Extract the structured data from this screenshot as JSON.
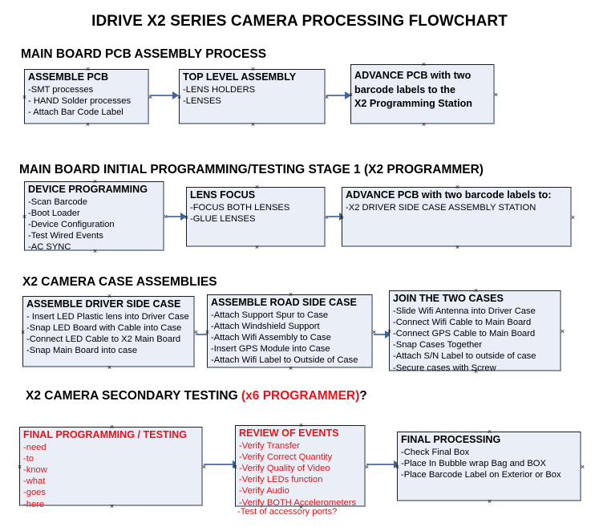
{
  "document": {
    "title": "IDRIVE X2  SERIES CAMERA PROCESSING FLOWCHART"
  },
  "sections": [
    {
      "id": "main-board-pcb-assembly-process",
      "heading": "MAIN BOARD PCB ASSEMBLY PROCESS",
      "heading_accent": "",
      "heading_tail": "",
      "boxes": [
        {
          "id": "assemble-pcb",
          "title": "ASSEMBLE PCB",
          "title_color": "#000000",
          "lines": [
            "-SMT processes",
            "- HAND Solder processes",
            "- Attach Bar Code Label"
          ]
        },
        {
          "id": "top-level-assembly",
          "title": "TOP LEVEL ASSEMBLY",
          "title_color": "#000000",
          "lines": [
            "-LENS HOLDERS",
            "-LENSES"
          ]
        },
        {
          "id": "advance-pcb-to-programming-station",
          "title": "ADVANCE PCB with two",
          "title_color": "#000000",
          "lines": [
            "barcode labels to the",
            " X2 Programming Station"
          ],
          "lines_bold": true
        }
      ]
    },
    {
      "id": "main-board-initial-programming-testing-stage-1",
      "heading": "MAIN BOARD INITIAL PROGRAMMING/TESTING STAGE 1 (X2 PROGRAMMER)",
      "boxes": [
        {
          "id": "device-programming",
          "title": "DEVICE PROGRAMMING",
          "title_color": "#000000",
          "lines": [
            "-Scan Barcode",
            "-Boot Loader",
            "-Device Configuration",
            "-Test Wired Events",
            "-AC SYNC"
          ]
        },
        {
          "id": "lens-focus",
          "title": "LENS FOCUS",
          "title_color": "#000000",
          "lines": [
            "-FOCUS BOTH LENSES",
            "-GLUE LENSES"
          ]
        },
        {
          "id": "advance-pcb-to-driver-side-case-assembly",
          "title": "ADVANCE PCB with two barcode labels to:",
          "title_color": "#000000",
          "lines": [
            "-X2 DRIVER  SIDE  CASE  ASSEMBLY STATION"
          ]
        }
      ]
    },
    {
      "id": "x2-camera-case-assemblies",
      "heading": "X2 CAMERA CASE ASSEMBLIES",
      "boxes": [
        {
          "id": "assemble-driver-side-case",
          "title": "ASSEMBLE DRIVER SIDE CASE",
          "title_color": "#000000",
          "lines": [
            "- Insert LED Plastic lens into Driver Case",
            "-Snap LED Board with Cable into Case",
            "-Connect LED Cable to X2 Main Board",
            "-Snap Main Board into case"
          ]
        },
        {
          "id": "assemble-road-side-case",
          "title": "ASSEMBLE ROAD SIDE CASE",
          "title_color": "#000000",
          "lines": [
            "-Attach Support Spur to Case",
            "-Attach Windshield Support",
            "-Attach Wifi Assembly to Case",
            "-Insert GPS Module into Case",
            "-Attach Wifi Label to Outside of Case"
          ]
        },
        {
          "id": "join-the-two-cases",
          "title": "JOIN THE TWO CASES",
          "title_color": "#000000",
          "lines": [
            "-Slide Wifi Antenna into Driver Case",
            "-Connect Wifi Cable to Main Board",
            "-Connect GPS Cable to Main Board",
            "-Snap Cases Together",
            "-Attach S/N Label to outside of case",
            "-Secure cases with Screw"
          ]
        }
      ]
    },
    {
      "id": "x2-camera-secondary-testing",
      "heading": "X2 CAMERA SECONDARY TESTING ",
      "heading_accent": "(x6 PROGRAMMER)",
      "heading_tail": "?",
      "boxes": [
        {
          "id": "final-programming-testing",
          "title": "FINAL PROGRAMMING / TESTING",
          "title_color": "#e8131a",
          "lines": [
            "-need",
            "-to",
            "-know",
            "-what",
            "-goes",
            "-here"
          ],
          "lines_color": "#e8131a"
        },
        {
          "id": "review-of-events",
          "title": "REVIEW OF EVENTS",
          "title_color": "#e8131a",
          "lines": [
            "-Verify Transfer",
            "-Verify Correct Quantity",
            "-Verify Quality of Video",
            "-Verify LEDs function",
            "-Verify Audio",
            "-Verify BOTH Accelerometers"
          ],
          "lines_color": "#e8131a",
          "overflow_line": "-Test of accessory ports?"
        },
        {
          "id": "final-processing",
          "title": "FINAL PROCESSING",
          "title_color": "#000000",
          "lines": [
            " -Check Final Box",
            "-Place In Bubble wrap Bag and BOX",
            "-Place Barcode Label on Exterior or Box"
          ]
        }
      ]
    }
  ],
  "colors": {
    "box_fill": "#e9eef7",
    "box_border_dark": "#3a3a3a",
    "box_border_shadow": "#8f96a3",
    "arrow": "#5d7ea8",
    "accent_red": "#e8131a",
    "text": "#000000"
  }
}
